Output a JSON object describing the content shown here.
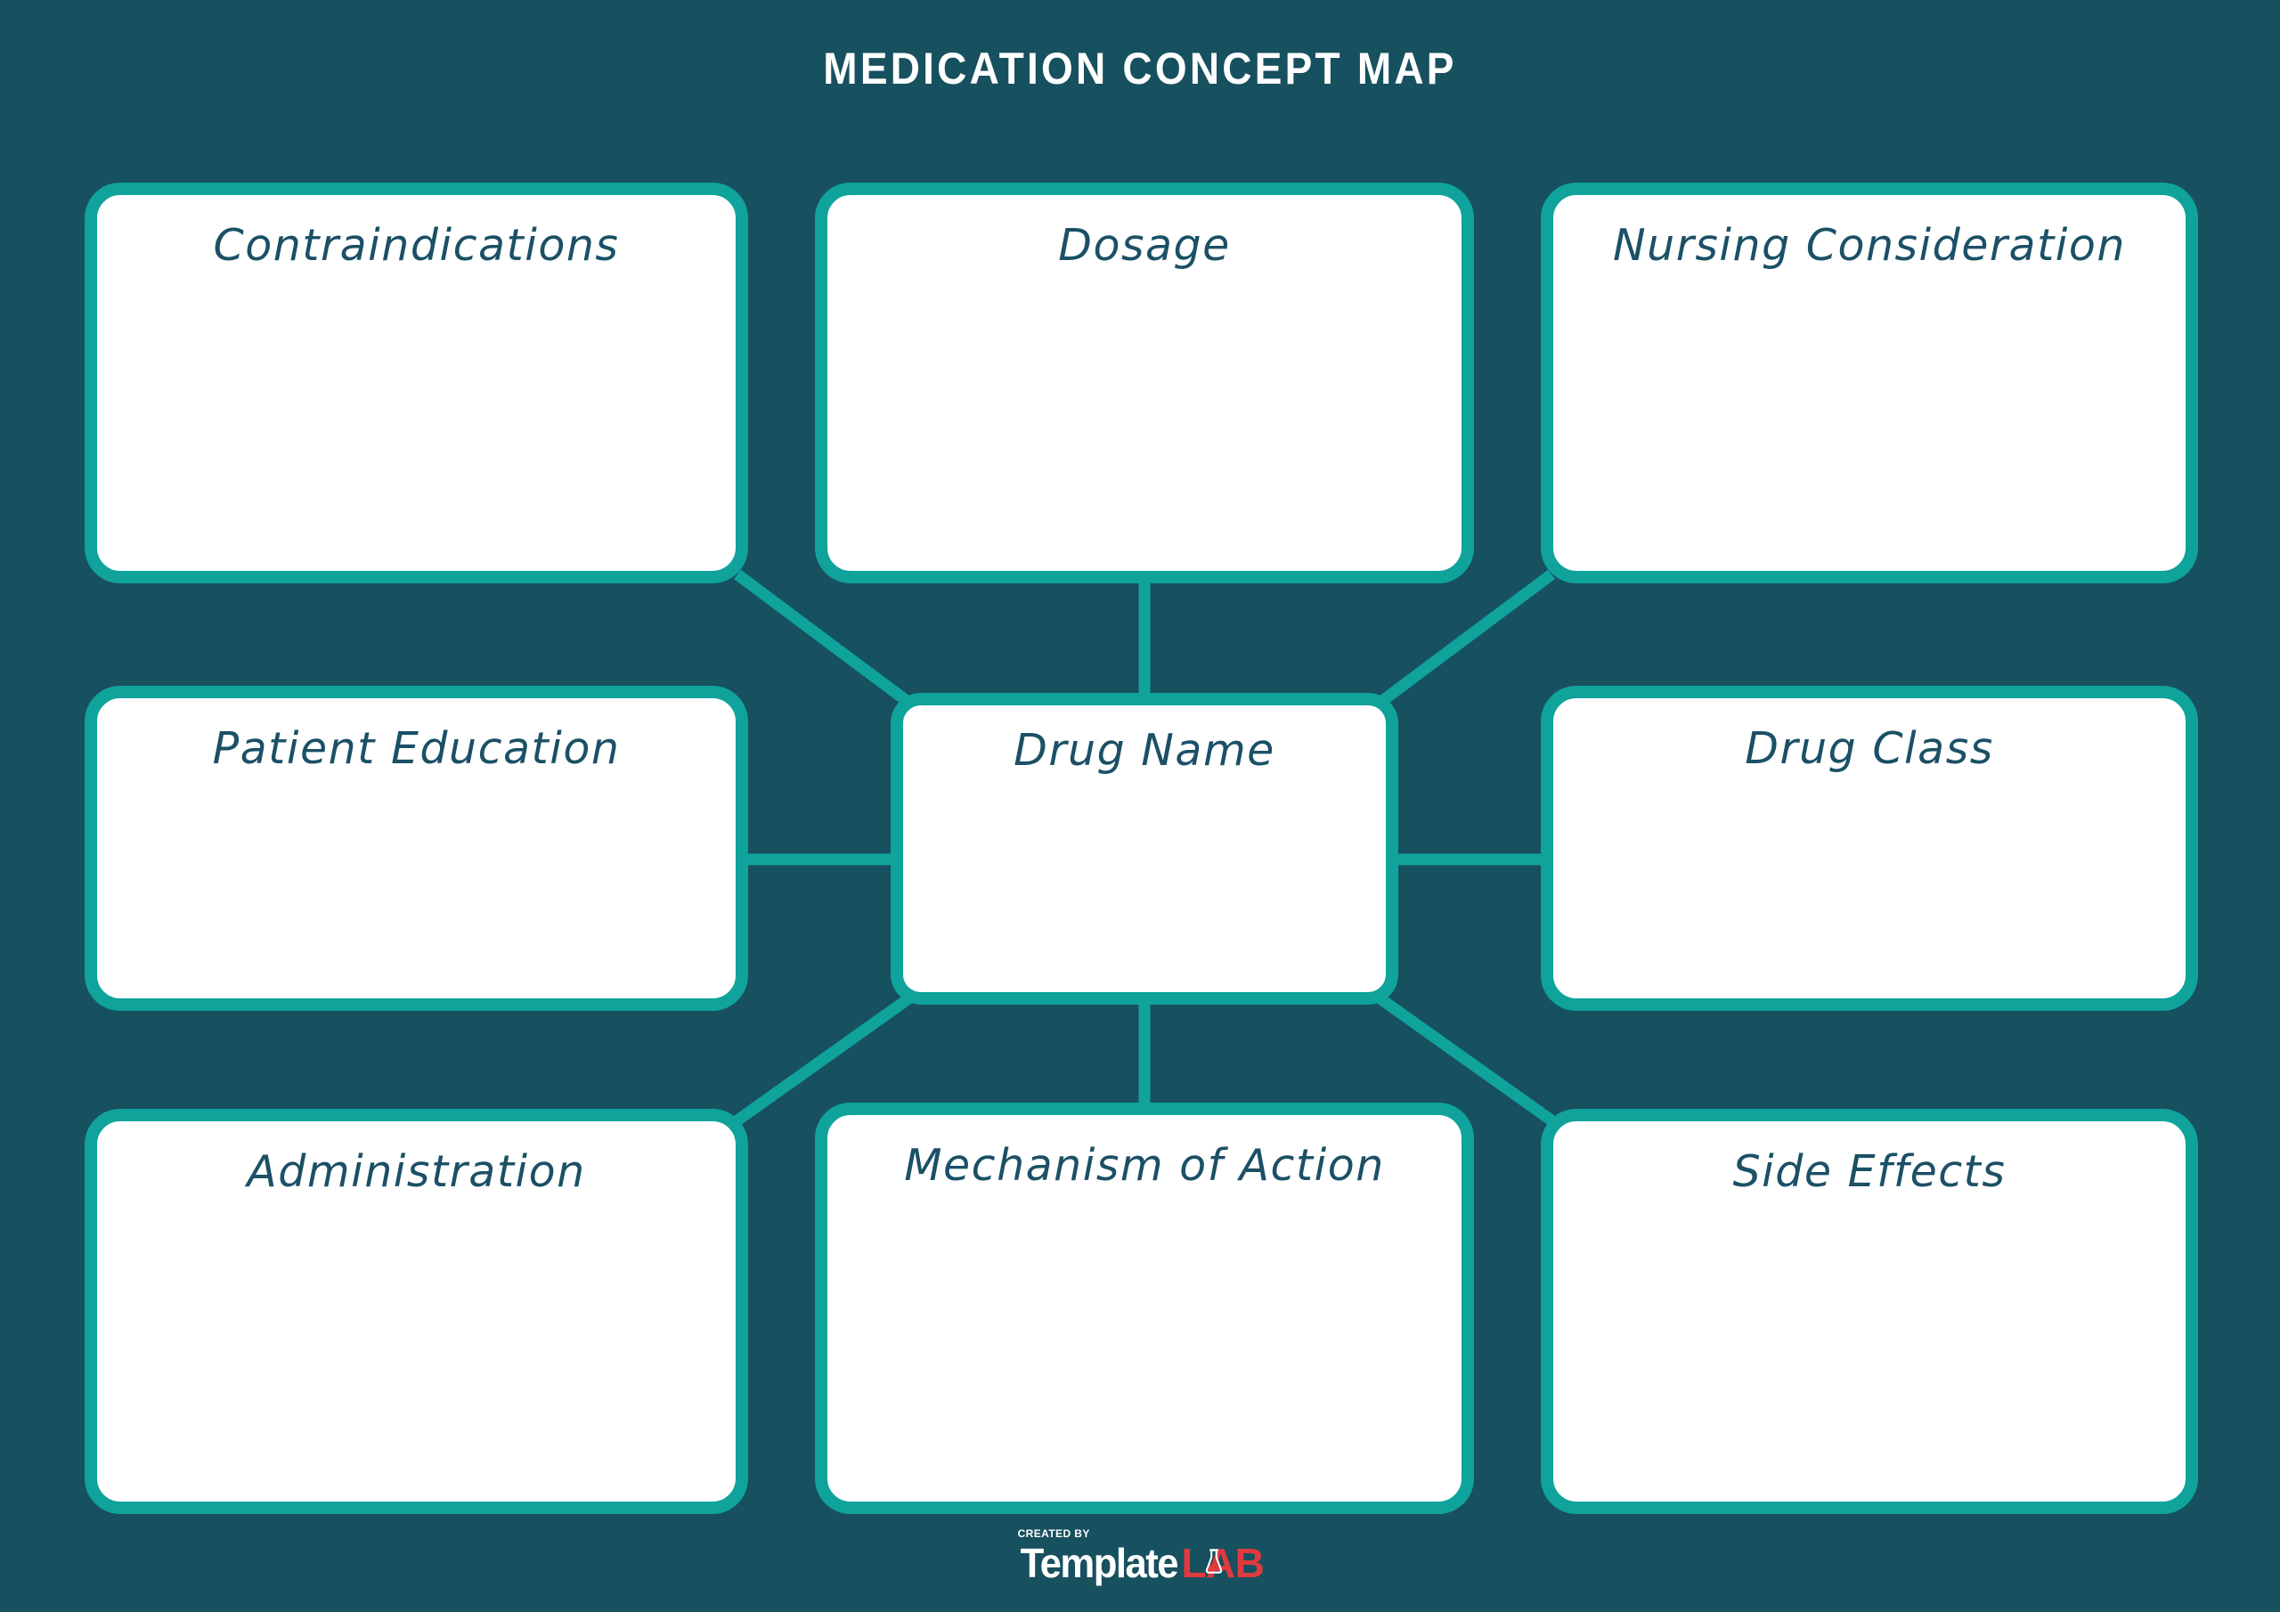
{
  "page": {
    "title": "MEDICATION CONCEPT MAP",
    "background_color": "#17505f",
    "accent_color": "#0fa39c",
    "box_fill_color": "#ffffff",
    "label_color": "#1b5066"
  },
  "nodes": [
    {
      "id": "contraindications",
      "label": "Contraindications",
      "row": "top",
      "column": "left"
    },
    {
      "id": "dosage",
      "label": "Dosage",
      "row": "top",
      "column": "center"
    },
    {
      "id": "nursing-consideration",
      "label": "Nursing Consideration",
      "row": "top",
      "column": "right"
    },
    {
      "id": "patient-education",
      "label": "Patient Education",
      "row": "middle",
      "column": "left"
    },
    {
      "id": "drug-name",
      "label": "Drug Name",
      "row": "middle",
      "column": "center"
    },
    {
      "id": "drug-class",
      "label": "Drug Class",
      "row": "middle",
      "column": "right"
    },
    {
      "id": "administration",
      "label": "Administration",
      "row": "bottom",
      "column": "left"
    },
    {
      "id": "mechanism-of-action",
      "label": "Mechanism of Action",
      "row": "bottom",
      "column": "center"
    },
    {
      "id": "side-effects",
      "label": "Side Effects",
      "row": "bottom",
      "column": "right"
    }
  ],
  "connections": [
    {
      "from": "drug-name",
      "to": "dosage",
      "kind": "vertical"
    },
    {
      "from": "drug-name",
      "to": "contraindications",
      "kind": "diagonal"
    },
    {
      "from": "drug-name",
      "to": "nursing-consideration",
      "kind": "diagonal"
    },
    {
      "from": "drug-name",
      "to": "patient-education",
      "kind": "horizontal"
    },
    {
      "from": "drug-name",
      "to": "drug-class",
      "kind": "horizontal"
    },
    {
      "from": "drug-name",
      "to": "mechanism-of-action",
      "kind": "vertical"
    },
    {
      "from": "drug-name",
      "to": "administration",
      "kind": "diagonal"
    },
    {
      "from": "drug-name",
      "to": "side-effects",
      "kind": "diagonal"
    }
  ],
  "footer": {
    "created_by": "CREATED BY",
    "brand_first": "Template",
    "brand_second": "LAB",
    "brand_first_color": "#ffffff",
    "brand_second_color": "#e03a3f",
    "flask_icon": "flask-icon"
  }
}
